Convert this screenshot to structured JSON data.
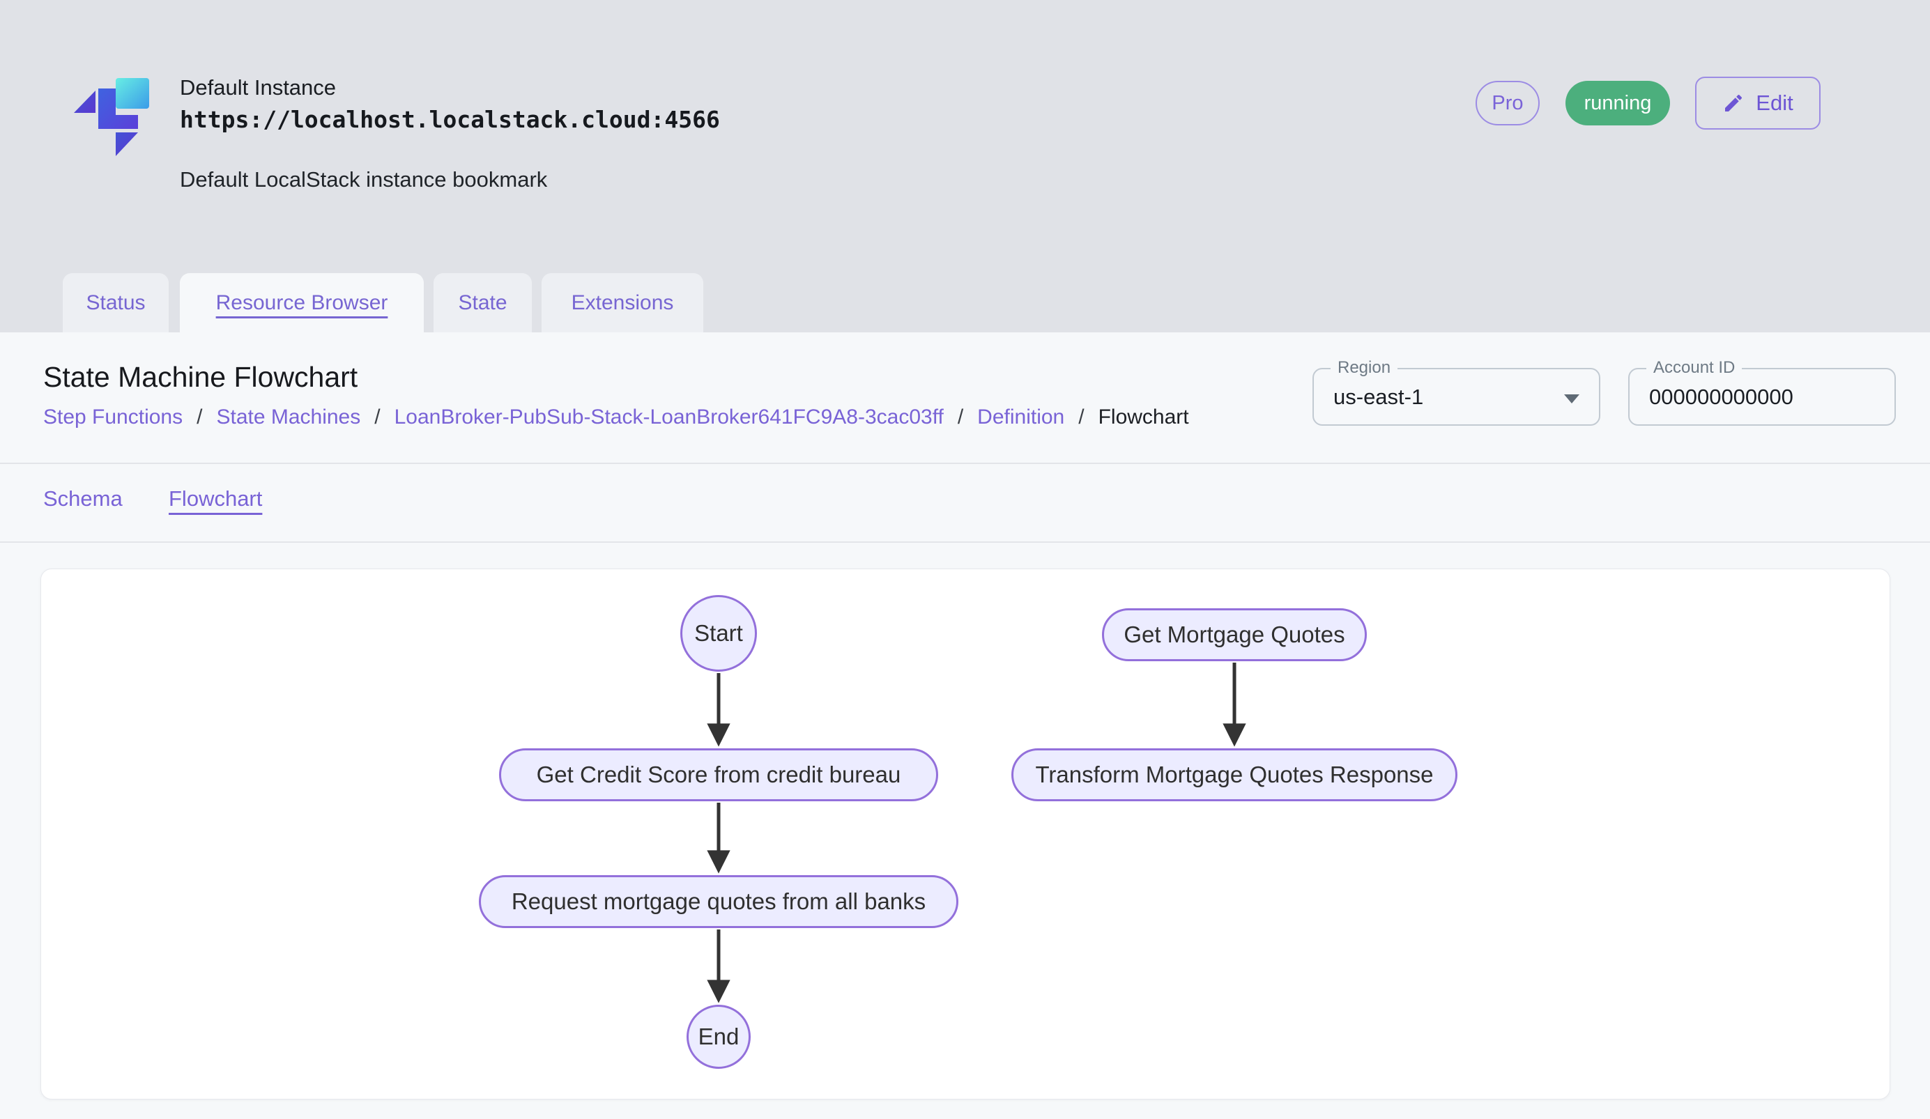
{
  "colors": {
    "accent": "#7963d6",
    "success": "#4caf7d",
    "header_bg": "#e0e2e7",
    "panel_bg": "#f6f8fa",
    "node_fill": "#ECECFF",
    "node_border": "#9370DB",
    "arrow": "#333333"
  },
  "header": {
    "title": "Default Instance",
    "url": "https://localhost.localstack.cloud:4566",
    "subtitle": "Default LocalStack instance bookmark",
    "plan_badge": "Pro",
    "status_badge": "running",
    "edit_button": "Edit"
  },
  "tabs": [
    {
      "label": "Status",
      "active": false
    },
    {
      "label": "Resource Browser",
      "active": true
    },
    {
      "label": "State",
      "active": false
    },
    {
      "label": "Extensions",
      "active": false
    }
  ],
  "page": {
    "title": "State Machine Flowchart",
    "breadcrumb": [
      "Step Functions",
      "State Machines",
      "LoanBroker-PubSub-Stack-LoanBroker641FC9A8-3cac03ff",
      "Definition",
      "Flowchart"
    ],
    "breadcrumb_separator": "/",
    "region_field": {
      "label": "Region",
      "value": "us-east-1"
    },
    "account_field": {
      "label": "Account ID",
      "value": "000000000000"
    }
  },
  "subtabs": [
    {
      "label": "Schema",
      "active": false
    },
    {
      "label": "Flowchart",
      "active": true
    }
  ],
  "flowchart": {
    "nodes": [
      {
        "id": "start",
        "label": "Start",
        "shape": "circle"
      },
      {
        "id": "get-credit-score",
        "label": "Get Credit Score from credit bureau",
        "shape": "pill"
      },
      {
        "id": "request-quotes",
        "label": "Request mortgage quotes from all banks",
        "shape": "pill"
      },
      {
        "id": "end",
        "label": "End",
        "shape": "circle"
      },
      {
        "id": "get-mortgage-quotes",
        "label": "Get Mortgage Quotes",
        "shape": "pill"
      },
      {
        "id": "transform-response",
        "label": "Transform Mortgage Quotes Response",
        "shape": "pill"
      }
    ],
    "edges": [
      {
        "from": "start",
        "to": "get-credit-score"
      },
      {
        "from": "get-credit-score",
        "to": "request-quotes"
      },
      {
        "from": "request-quotes",
        "to": "end"
      },
      {
        "from": "get-mortgage-quotes",
        "to": "transform-response"
      }
    ]
  }
}
